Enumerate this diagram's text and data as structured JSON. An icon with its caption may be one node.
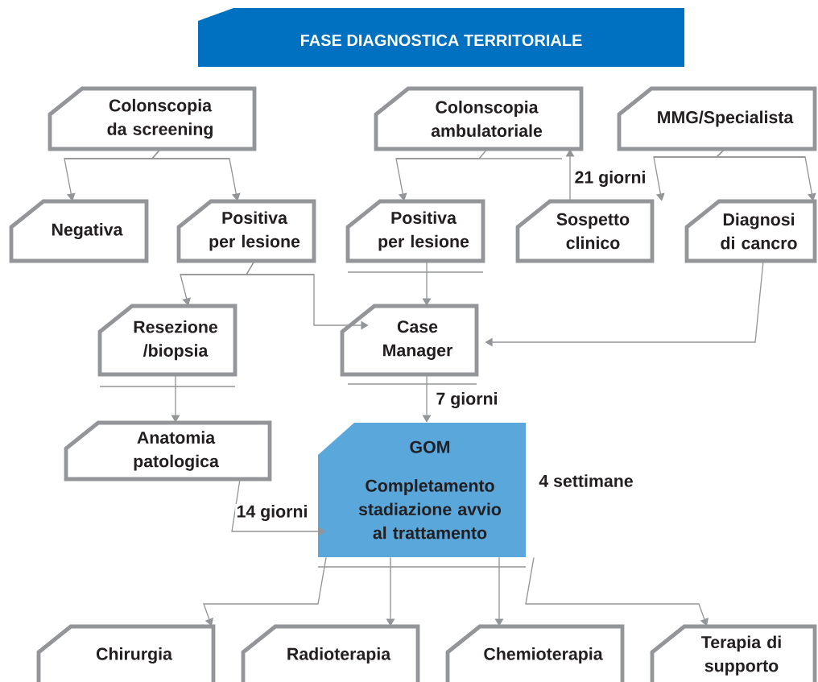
{
  "diagram": {
    "title": "FASE DIAGNOSTICA TERRITORIALE",
    "nodes": [
      {
        "text": [
          "Colonscopia da screening"
        ]
      },
      {
        "text": [
          "Negativa"
        ]
      },
      {
        "text": [
          "Positiva per lesione"
        ]
      },
      {
        "text": [
          "Colonscopia ambulatoriale"
        ]
      },
      {
        "text": [
          "MMG/Specialista"
        ]
      },
      {
        "text": [
          "Positiva per lesione"
        ]
      },
      {
        "text": [
          "Sospetto clinico"
        ]
      },
      {
        "text": [
          "Diagnosi di cancro"
        ]
      },
      {
        "text": [
          "Resezione /biopsia"
        ]
      },
      {
        "text": [
          "Case Manager"
        ]
      },
      {
        "text": [
          "Anatomia patologica"
        ]
      },
      {
        "text": [
          "GOM",
          "Completamento stadiazione avvio al trattamento"
        ],
        "beside": [
          "4 settimane"
        ]
      },
      {
        "text": [
          "Chirurgia"
        ]
      },
      {
        "text": [
          "Radioterapia"
        ]
      },
      {
        "text": [
          "Chemioterapia"
        ]
      },
      {
        "text": [
          "Terapia di supporto"
        ]
      }
    ],
    "edges": [
      {
        "from": 0,
        "to": 1,
        "arrow": "to"
      },
      {
        "from": 0,
        "to": 2,
        "arrow": "to"
      },
      {
        "from": 3,
        "to": 5,
        "arrow": "to"
      },
      {
        "from": 6,
        "to": 3,
        "arrow": "to",
        "label": "21 giorni"
      },
      {
        "from": 4,
        "to": 6,
        "arrow": "to"
      },
      {
        "from": 4,
        "to": 7,
        "arrow": "to"
      },
      {
        "from": 2,
        "to": 8,
        "arrow": "to"
      },
      {
        "from": 2,
        "to": 9,
        "arrow": "to"
      },
      {
        "from": 5,
        "to": 9,
        "arrow": "to"
      },
      {
        "from": 7,
        "to": 9,
        "arrow": "to"
      },
      {
        "from": 8,
        "to": 10,
        "arrow": "to"
      },
      {
        "from": 9,
        "to": 11,
        "arrow": "to",
        "label": "7 giorni"
      },
      {
        "from": 10,
        "to": 11,
        "arrow": "to",
        "label": "14 giorni"
      },
      {
        "from": 11,
        "to": 12,
        "arrow": "to"
      },
      {
        "from": 11,
        "to": 13,
        "arrow": "to"
      },
      {
        "from": 11,
        "to": 14,
        "arrow": "to"
      },
      {
        "from": 11,
        "to": 15,
        "arrow": "to"
      }
    ]
  }
}
